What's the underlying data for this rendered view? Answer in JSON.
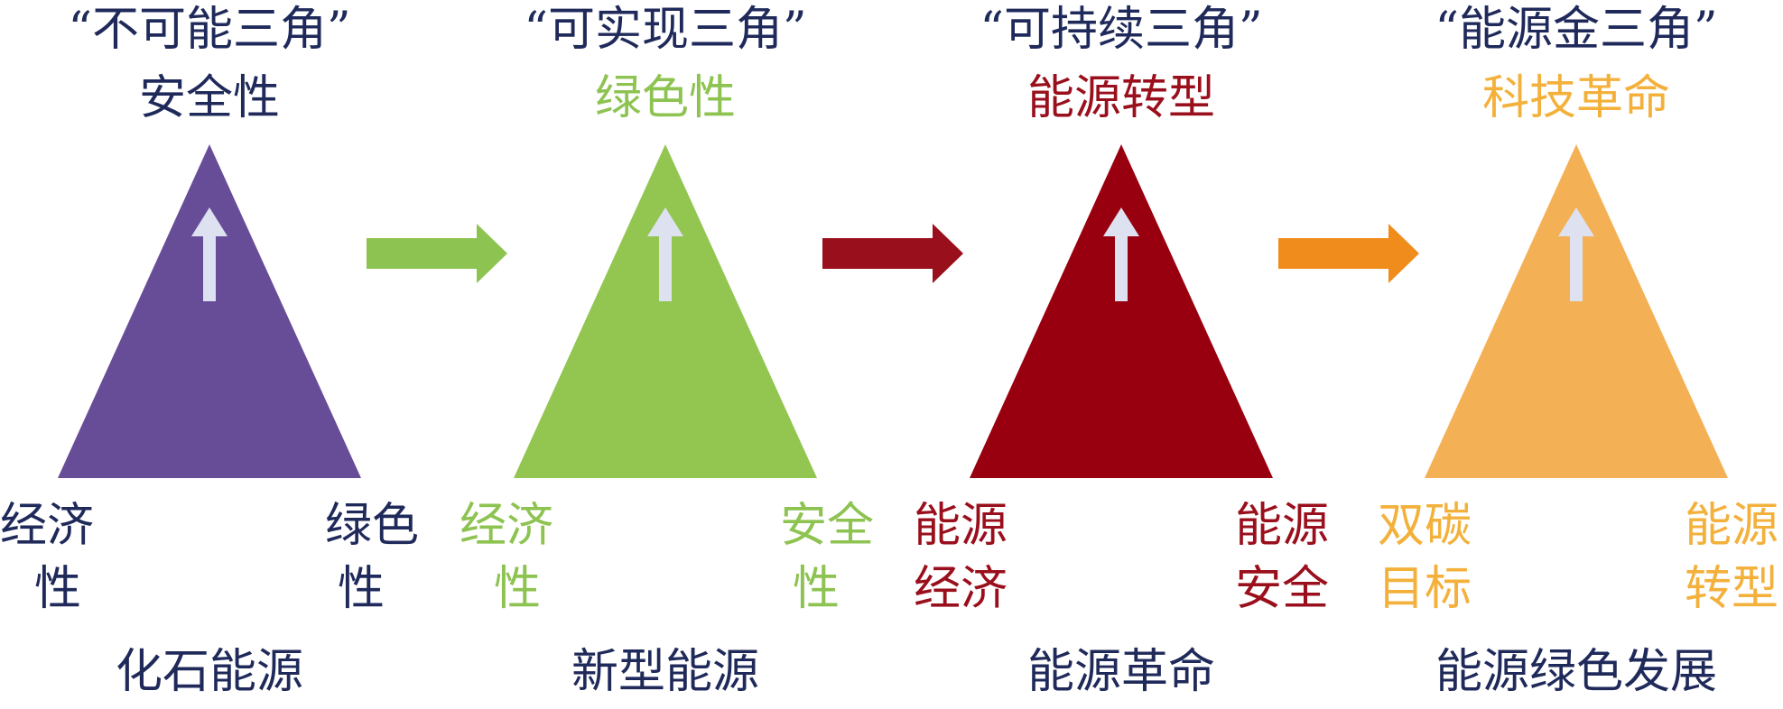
{
  "panels": [
    {
      "heading": "“不可能三角”",
      "top_label": "安全性",
      "left_label": [
        "经济",
        "性"
      ],
      "right_label": [
        "绿色",
        "性"
      ],
      "caption": "化石能源",
      "text_color": "#1f2a5a",
      "top_color": "#1f2a5a",
      "corner_color": "#1f2a5a",
      "triangle_color": "#674c98",
      "arrow_color": "#dde1f0"
    },
    {
      "heading": "“可实现三角”",
      "top_label": "绿色性",
      "left_label": [
        "经济",
        "性"
      ],
      "right_label": [
        "安全",
        "性"
      ],
      "caption": "新型能源",
      "text_color": "#1f2a5a",
      "top_color": "#8dc350",
      "corner_color": "#8dc350",
      "triangle_color": "#93c551",
      "arrow_color": "#dde1f0"
    },
    {
      "heading": "“可持续三角”",
      "top_label": "能源转型",
      "left_label": [
        "能源",
        "经济"
      ],
      "right_label": [
        "能源",
        "安全"
      ],
      "caption": "能源革命",
      "text_color": "#1f2a5a",
      "top_color": "#9a0f1c",
      "corner_color": "#9a0f1c",
      "triangle_color": "#98000f",
      "arrow_color": "#dde1f0"
    },
    {
      "heading": "“能源金三角”",
      "top_label": "科技革命",
      "left_label": [
        "双碳",
        "目标"
      ],
      "right_label": [
        "能源",
        "转型"
      ],
      "caption": "能源绿色发展",
      "text_color": "#1f2a5a",
      "top_color": "#f3b13c",
      "corner_color": "#f3b13c",
      "triangle_color": "#f4b055",
      "arrow_color": "#dde1f0"
    }
  ],
  "connectors": [
    {
      "color": "#8dc350"
    },
    {
      "color": "#9a0f1c"
    },
    {
      "color": "#ef8c1c"
    }
  ]
}
